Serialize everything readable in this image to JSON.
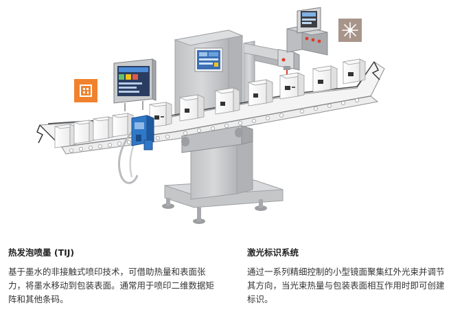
{
  "tij_section": {
    "title": "热发泡喷墨 (TIJ)",
    "text": "基于墨水的非接触式喷印技术，可借助热量和表面张力，将墨水移动到包装表面。通常用于喷印二维数据矩阵和其他条码。"
  },
  "laser_section": {
    "title": "激光标识系统",
    "text": "通过一系列精细控制的小型镜面聚集红外光束并调节其方向，当光束热量与包装表面相互作用时即可创建标识。"
  },
  "icons": {
    "tij_icon": "datamatrix-code-icon",
    "laser_icon": "laser-burst-icon"
  },
  "colors": {
    "tij_icon_bg": "#f0822d",
    "laser_icon_bg": "#a8958a",
    "machine_gray": "#c9cbcd",
    "printer_blue": "#2f78c8",
    "laser_red": "#e03a2a",
    "screen_blue": "#3c6fb4"
  }
}
